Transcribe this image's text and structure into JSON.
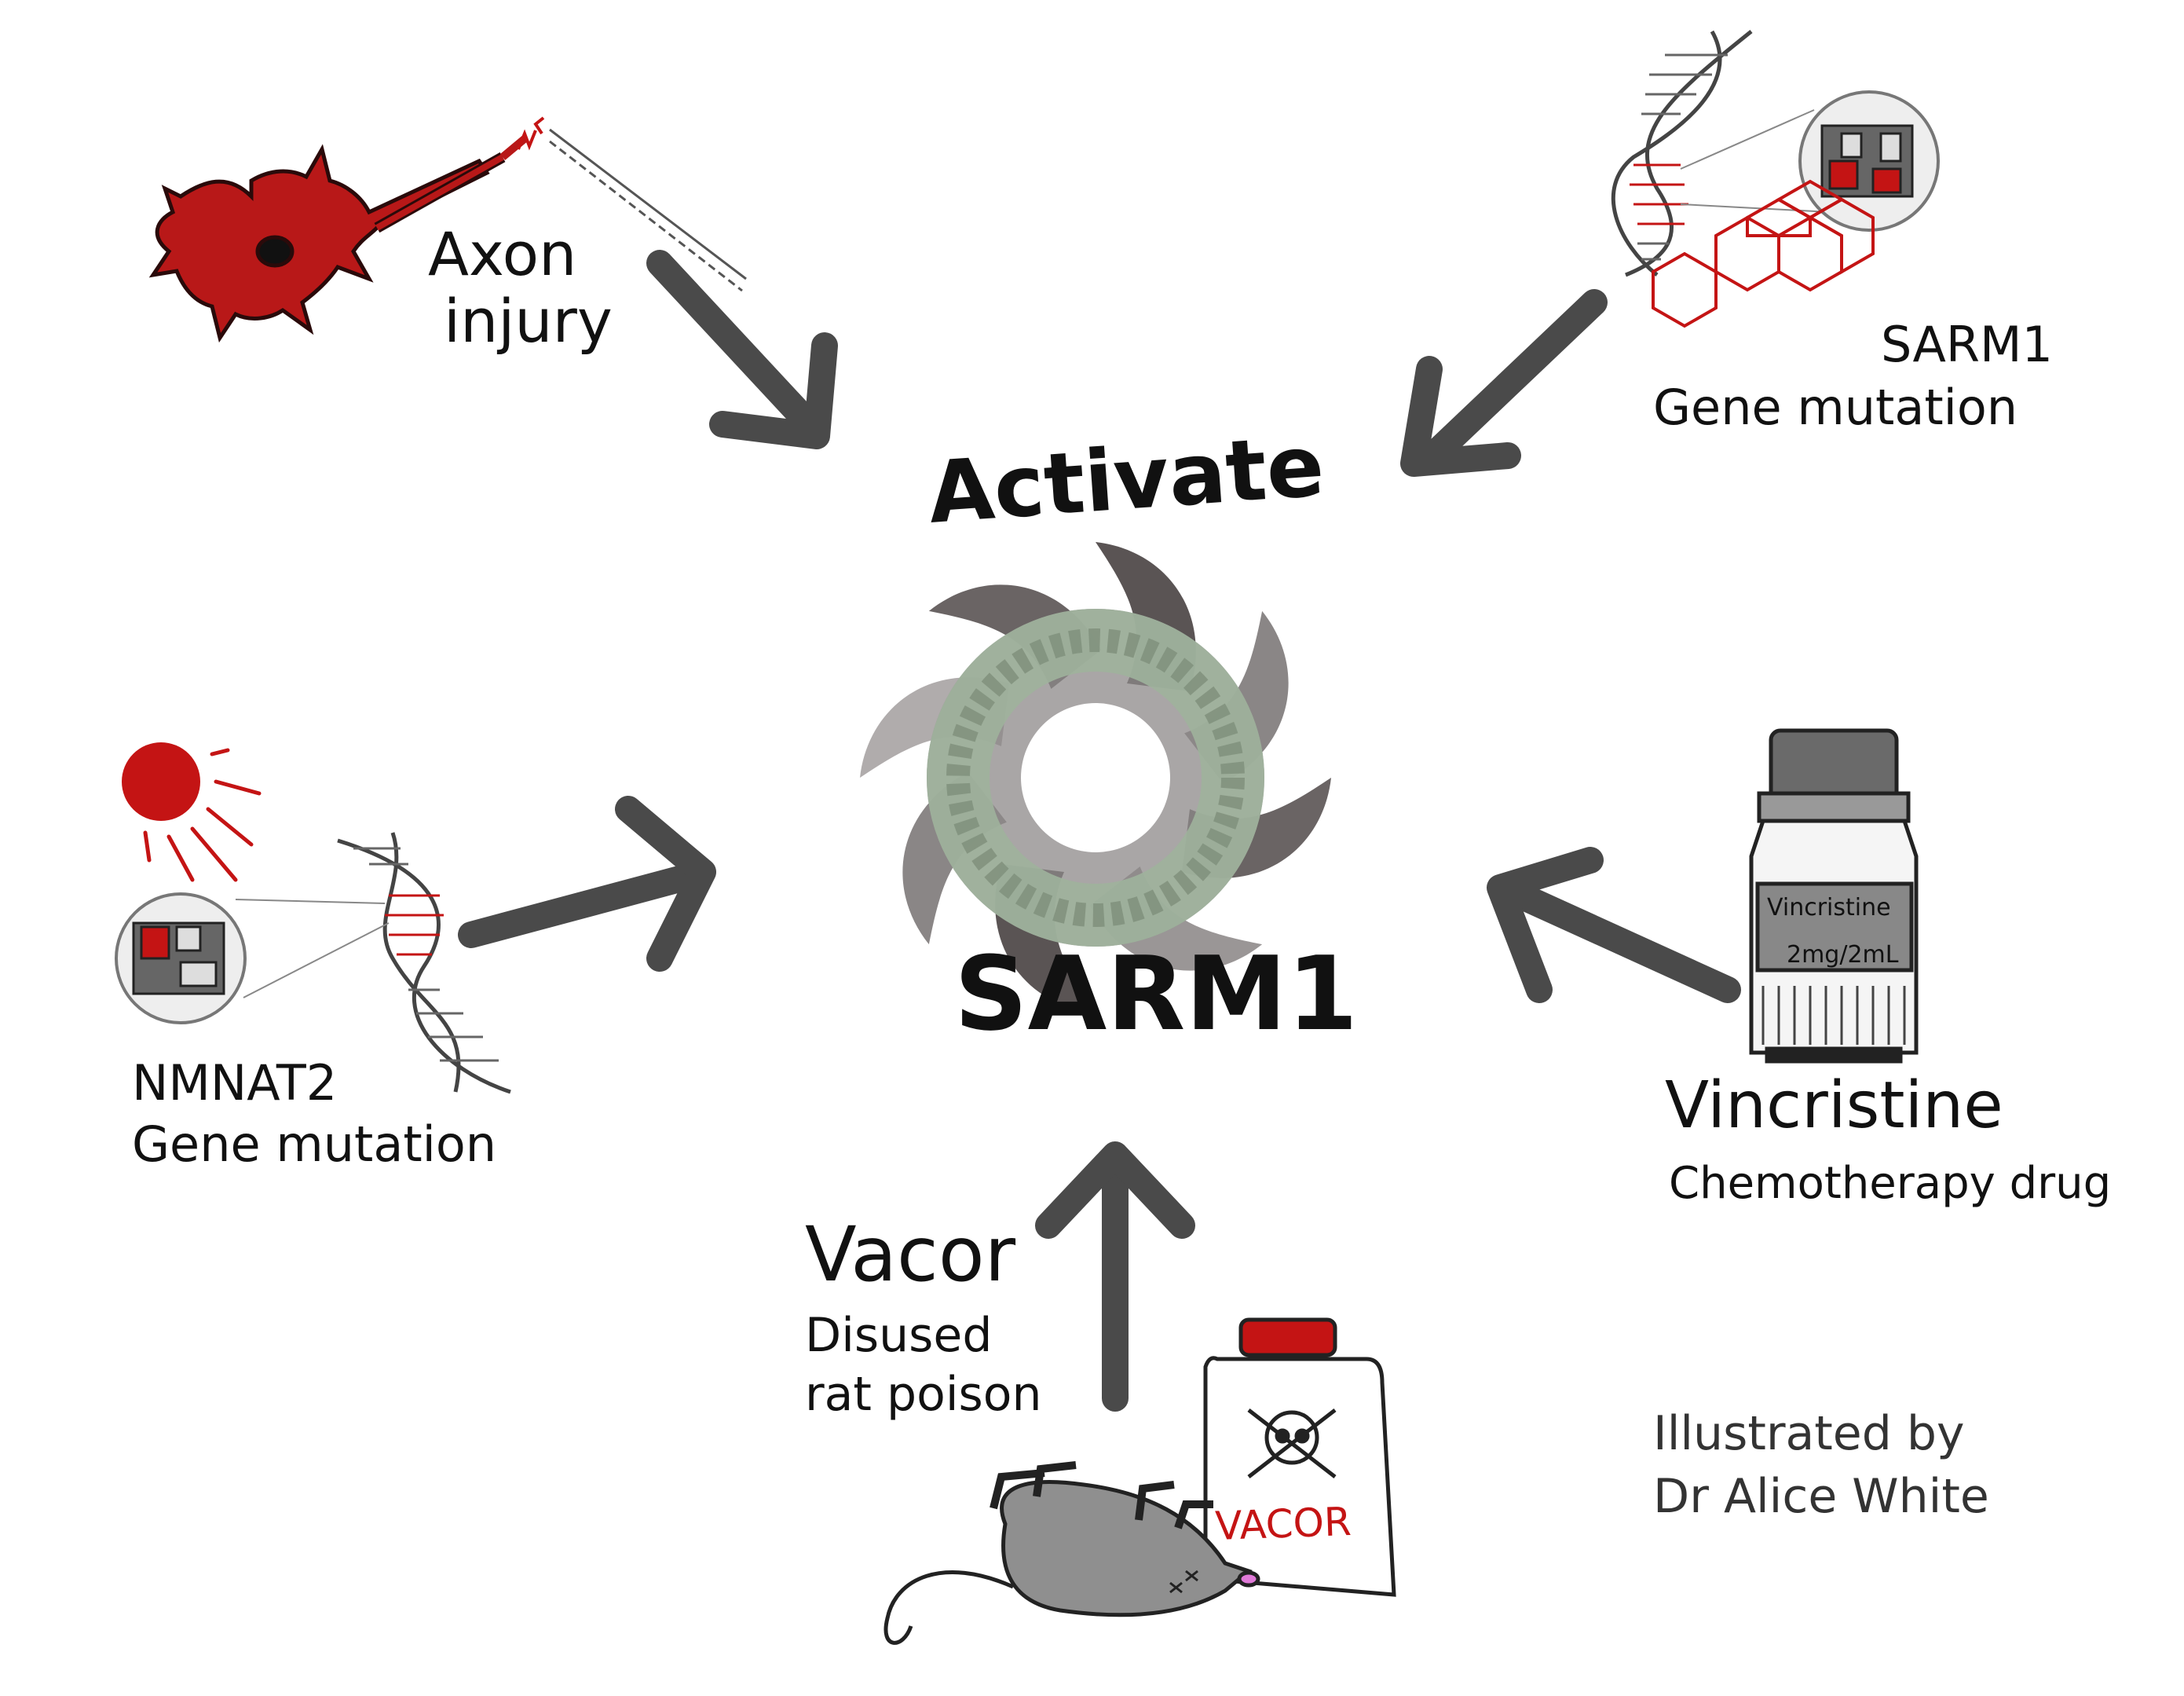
{
  "center": {
    "top_label": "Activate",
    "bottom_label": "SARM1"
  },
  "triggers": {
    "axon": {
      "line1": "Axon",
      "line2": "injury"
    },
    "sarm1_mutation": {
      "line1": "SARM1",
      "line2": "Gene mutation"
    },
    "nmnat2_mutation": {
      "line1": "NMNAT2",
      "line2": "Gene mutation"
    },
    "vincristine": {
      "title": "Vincristine",
      "subtitle": "Chemotherapy drug",
      "vial_name": "Vincristine",
      "vial_dose": "2mg/2mL"
    },
    "vacor": {
      "title": "Vacor",
      "subtitle1": "Disused",
      "subtitle2": "rat poison",
      "bottle_label": "VACOR"
    }
  },
  "credit": {
    "line1": "Illustrated by",
    "line2": "Dr Alice White"
  },
  "colors": {
    "red": "#c41414",
    "arrow": "#4a4a4a",
    "protein_dark": "#5a5454",
    "protein_mid": "#8a8686",
    "protein_green": "#9fb39c",
    "mouse": "#8f8f8f"
  }
}
